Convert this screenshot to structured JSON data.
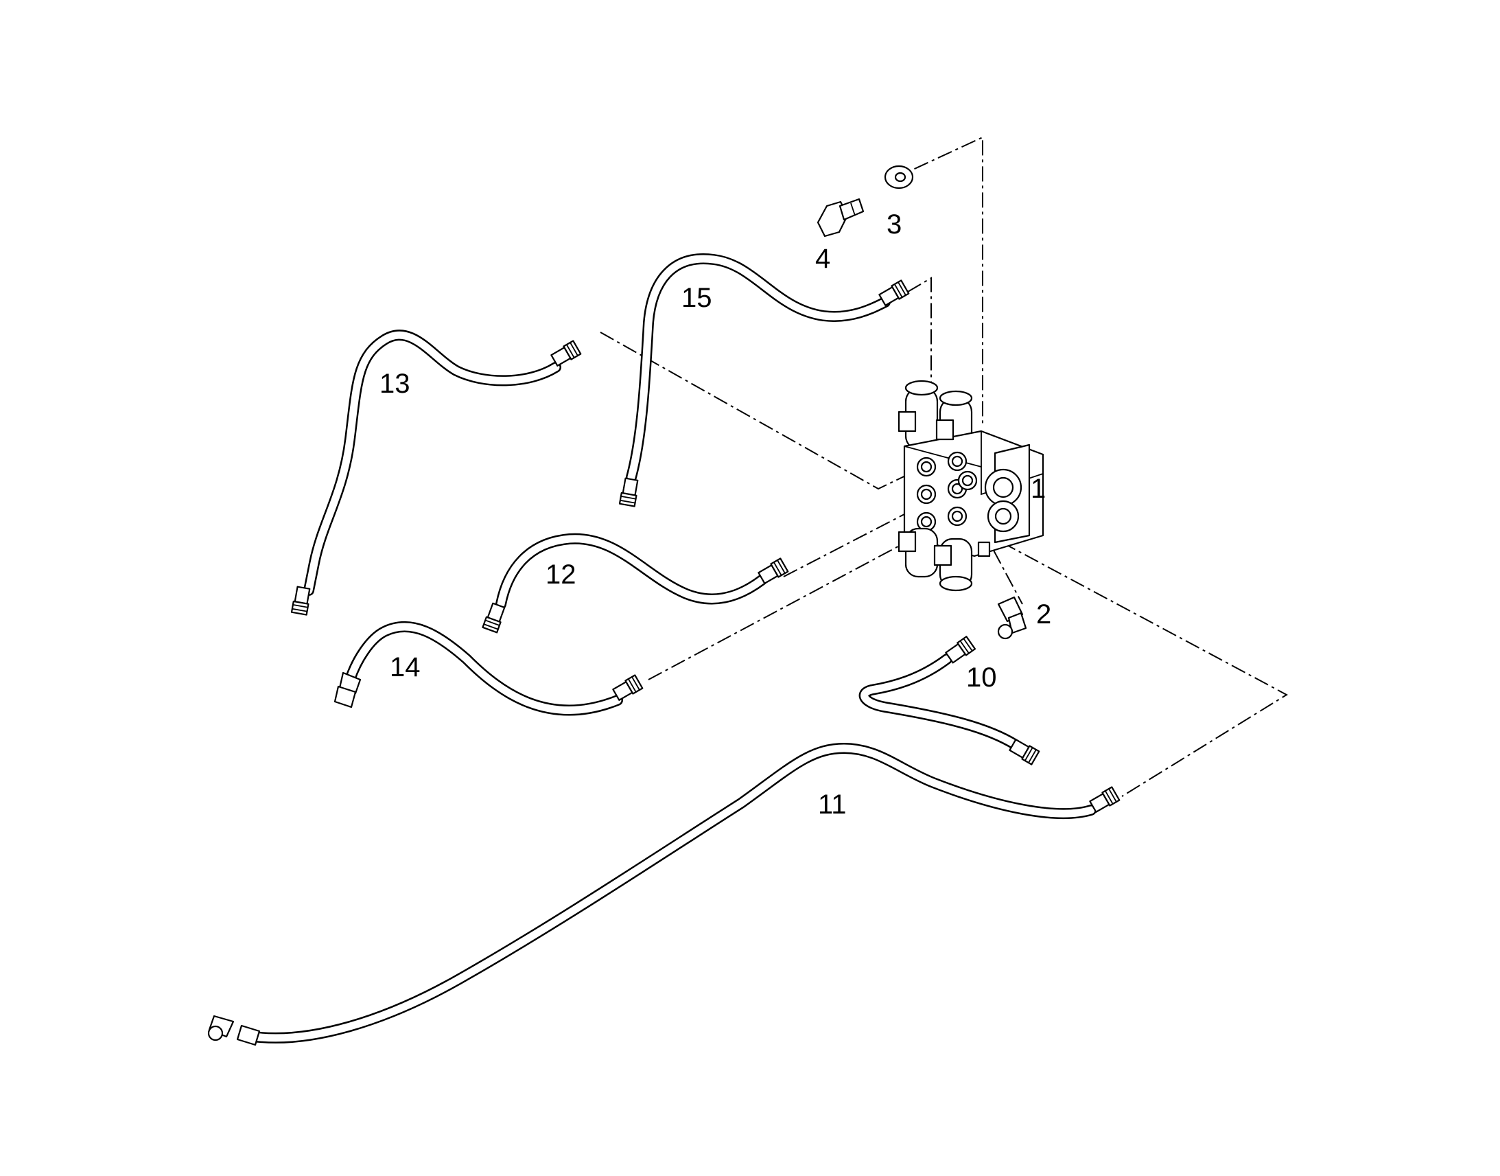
{
  "callouts": {
    "c1": "1",
    "c2": "2",
    "c3": "3",
    "c4": "4",
    "c10": "10",
    "c11": "11",
    "c12": "12",
    "c13": "13",
    "c14": "14",
    "c15": "15"
  },
  "colors": {
    "line": "#000000",
    "background": "#ffffff"
  }
}
